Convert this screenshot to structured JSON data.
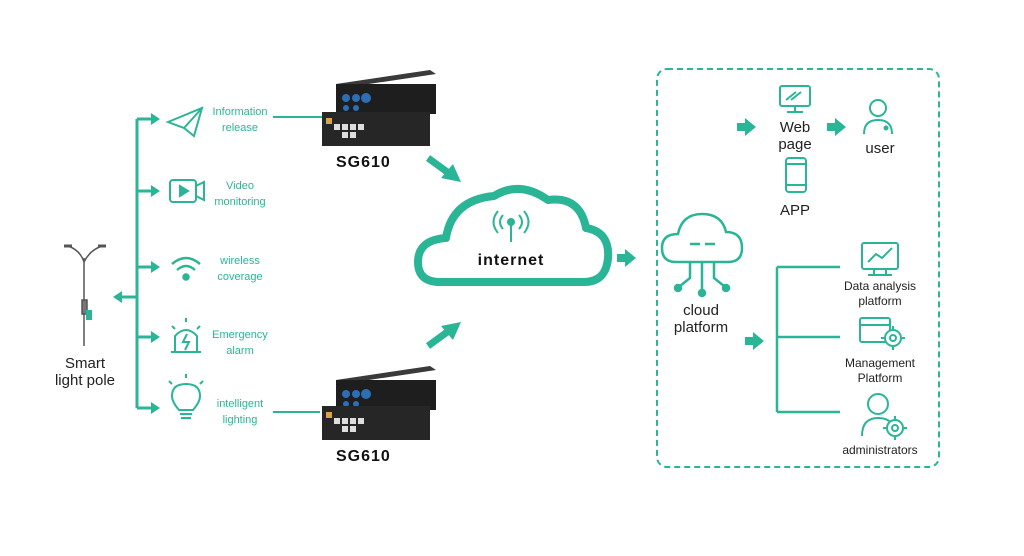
{
  "colors": {
    "accent": "#2bb597",
    "text": "#222222",
    "device": "#1d1d1d"
  },
  "pole": {
    "label_line1": "Smart",
    "label_line2": "light pole"
  },
  "functions": [
    {
      "icon": "paper-plane-icon",
      "line1": "Information",
      "line2": "release"
    },
    {
      "icon": "video-camera-icon",
      "line1": "Video",
      "line2": "monitoring"
    },
    {
      "icon": "wifi-icon",
      "line1": "wireless",
      "line2": "coverage"
    },
    {
      "icon": "alarm-icon",
      "line1": "Emergency",
      "line2": "alarm"
    },
    {
      "icon": "light-bulb-icon",
      "line1": "intelligent",
      "line2": "lighting"
    }
  ],
  "devices": [
    {
      "name": "SG610"
    },
    {
      "name": "SG610"
    }
  ],
  "internet": {
    "label": "internet"
  },
  "cloud_platform": {
    "line1": "cloud",
    "line2": "platform"
  },
  "clients": {
    "web": {
      "icon": "monitor-icon",
      "line1": "Web",
      "line2": "page"
    },
    "app": {
      "icon": "smartphone-icon",
      "label": "APP"
    },
    "user": {
      "icon": "user-icon",
      "label": "user"
    }
  },
  "platforms": [
    {
      "icon": "chart-monitor-icon",
      "line1": "Data analysis",
      "line2": "platform"
    },
    {
      "icon": "management-gear-icon",
      "line1": "Management",
      "line2": "Platform"
    },
    {
      "icon": "admin-gear-icon",
      "line1": "administrators",
      "line2": ""
    }
  ]
}
